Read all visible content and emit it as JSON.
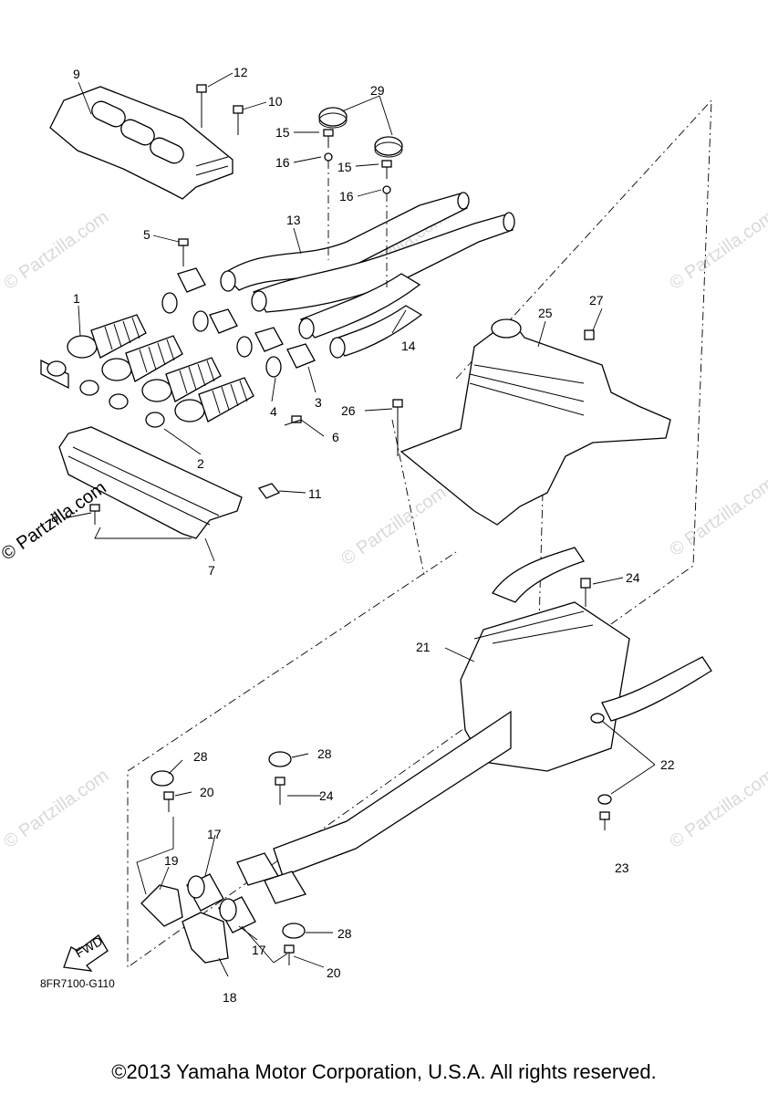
{
  "diagram_code": "8FR7100-G110",
  "copyright": "©2013  Yamaha Motor Corporation, U.S.A. All rights reserved.",
  "watermark": "© Partzilla.com",
  "fwd_label": "FWD",
  "callouts": {
    "c1": "1",
    "c2": "2",
    "c3": "3",
    "c4": "4",
    "c5": "5",
    "c6": "6",
    "c7": "7",
    "c8": "8",
    "c9": "9",
    "c10": "10",
    "c11": "11",
    "c12": "12",
    "c13": "13",
    "c14": "14",
    "c15a": "15",
    "c15b": "15",
    "c16a": "16",
    "c16b": "16",
    "c17a": "17",
    "c17b": "17",
    "c18": "18",
    "c19": "19",
    "c20a": "20",
    "c20b": "20",
    "c21": "21",
    "c22": "22",
    "c23": "23",
    "c24a": "24",
    "c24b": "24",
    "c25": "25",
    "c26": "26",
    "c27": "27",
    "c28a": "28",
    "c28b": "28",
    "c28c": "28",
    "c29": "29"
  }
}
